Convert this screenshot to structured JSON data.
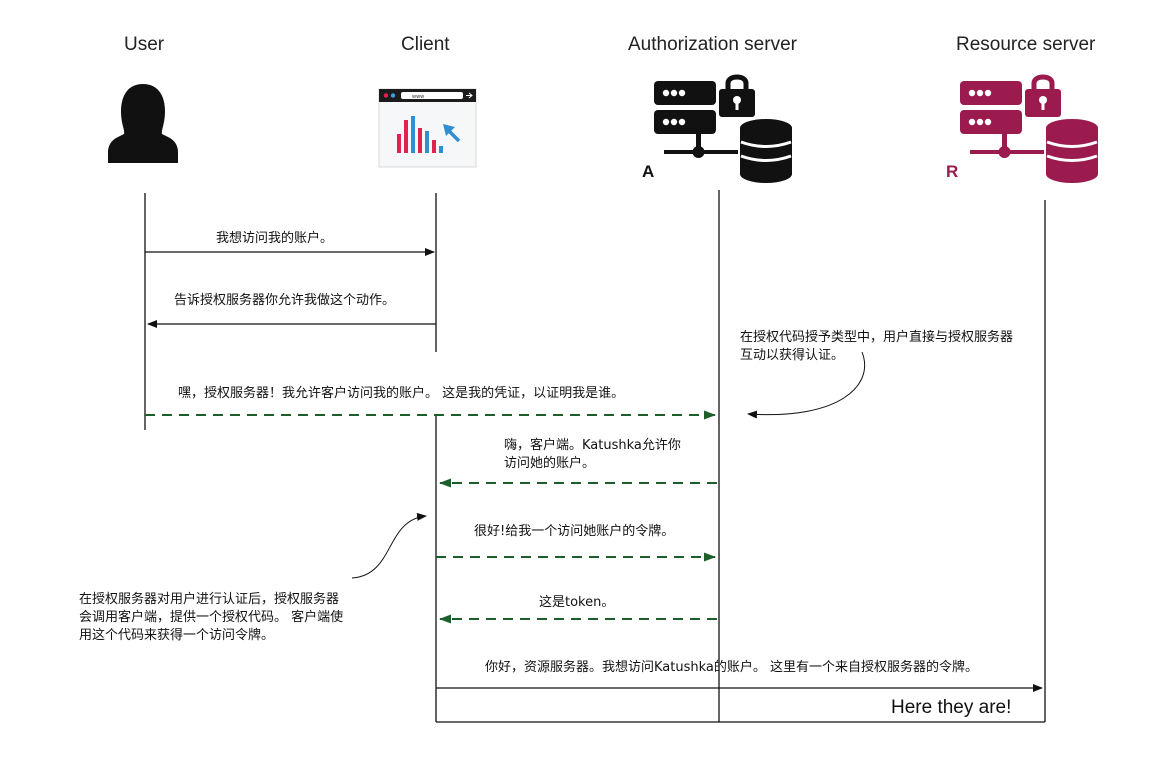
{
  "actors": {
    "user": "User",
    "client": "Client",
    "auth_server": "Authorization server",
    "resource_server": "Resource server"
  },
  "badges": {
    "auth": "A",
    "resource": "R"
  },
  "messages": {
    "m1": "我想访问我的账户。",
    "m2": "告诉授权服务器你允许我做这个动作。",
    "m3": "嘿，授权服务器！我允许客户访问我的账户。 这是我的凭证，以证明我是谁。",
    "m4_line1": "嗨，客户端。Katushka允许你",
    "m4_line2": "访问她的账户。",
    "m5": "很好!给我一个访问她账户的令牌。",
    "m6": "这是token。",
    "m7": "你好，资源服务器。我想访问Katushka的账户。 这里有一个来自授权服务器的令牌。",
    "m8": "Here they are!"
  },
  "notes": {
    "auth_code_note_line1": "在授权代码授予类型中，用户直接与授权服务器",
    "auth_code_note_line2": "互动以获得认证。",
    "client_note_line1": "在授权服务器对用户进行认证后，授权服务器",
    "client_note_line2": "会调用客户端，提供一个授权代码。 客户端使",
    "client_note_line3": "用这个代码来获得一个访问令牌。"
  },
  "colors": {
    "line": "#111111",
    "dashed_arrow": "#1e5e2a",
    "auth_icon": "#111111",
    "resource_icon": "#9b1b4e",
    "chart_red": "#e0234e",
    "chart_blue": "#2f8fd0"
  },
  "icons": {
    "user": "user-female-icon",
    "client": "browser-chart-icon",
    "auth": "server-lock-database-icon",
    "resource": "server-lock-database-icon"
  }
}
